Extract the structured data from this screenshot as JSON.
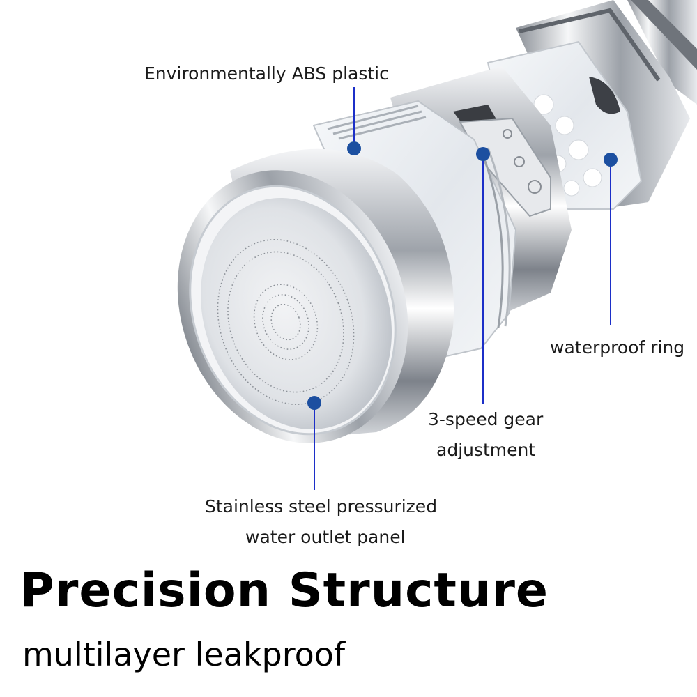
{
  "callouts": {
    "abs_plastic": "Environmentally ABS plastic",
    "waterproof_ring": "waterproof ring",
    "gear_line1": "3-speed gear",
    "gear_line2": "adjustment",
    "panel_line1": "Stainless steel pressurized",
    "panel_line2": "water outlet panel"
  },
  "title": "Precision Structure",
  "subtitle": "multilayer leakproof",
  "colors": {
    "callout_dot": "#1c4fa0",
    "callout_line": "#1c2fc8",
    "chrome": "#c9cdd3"
  }
}
